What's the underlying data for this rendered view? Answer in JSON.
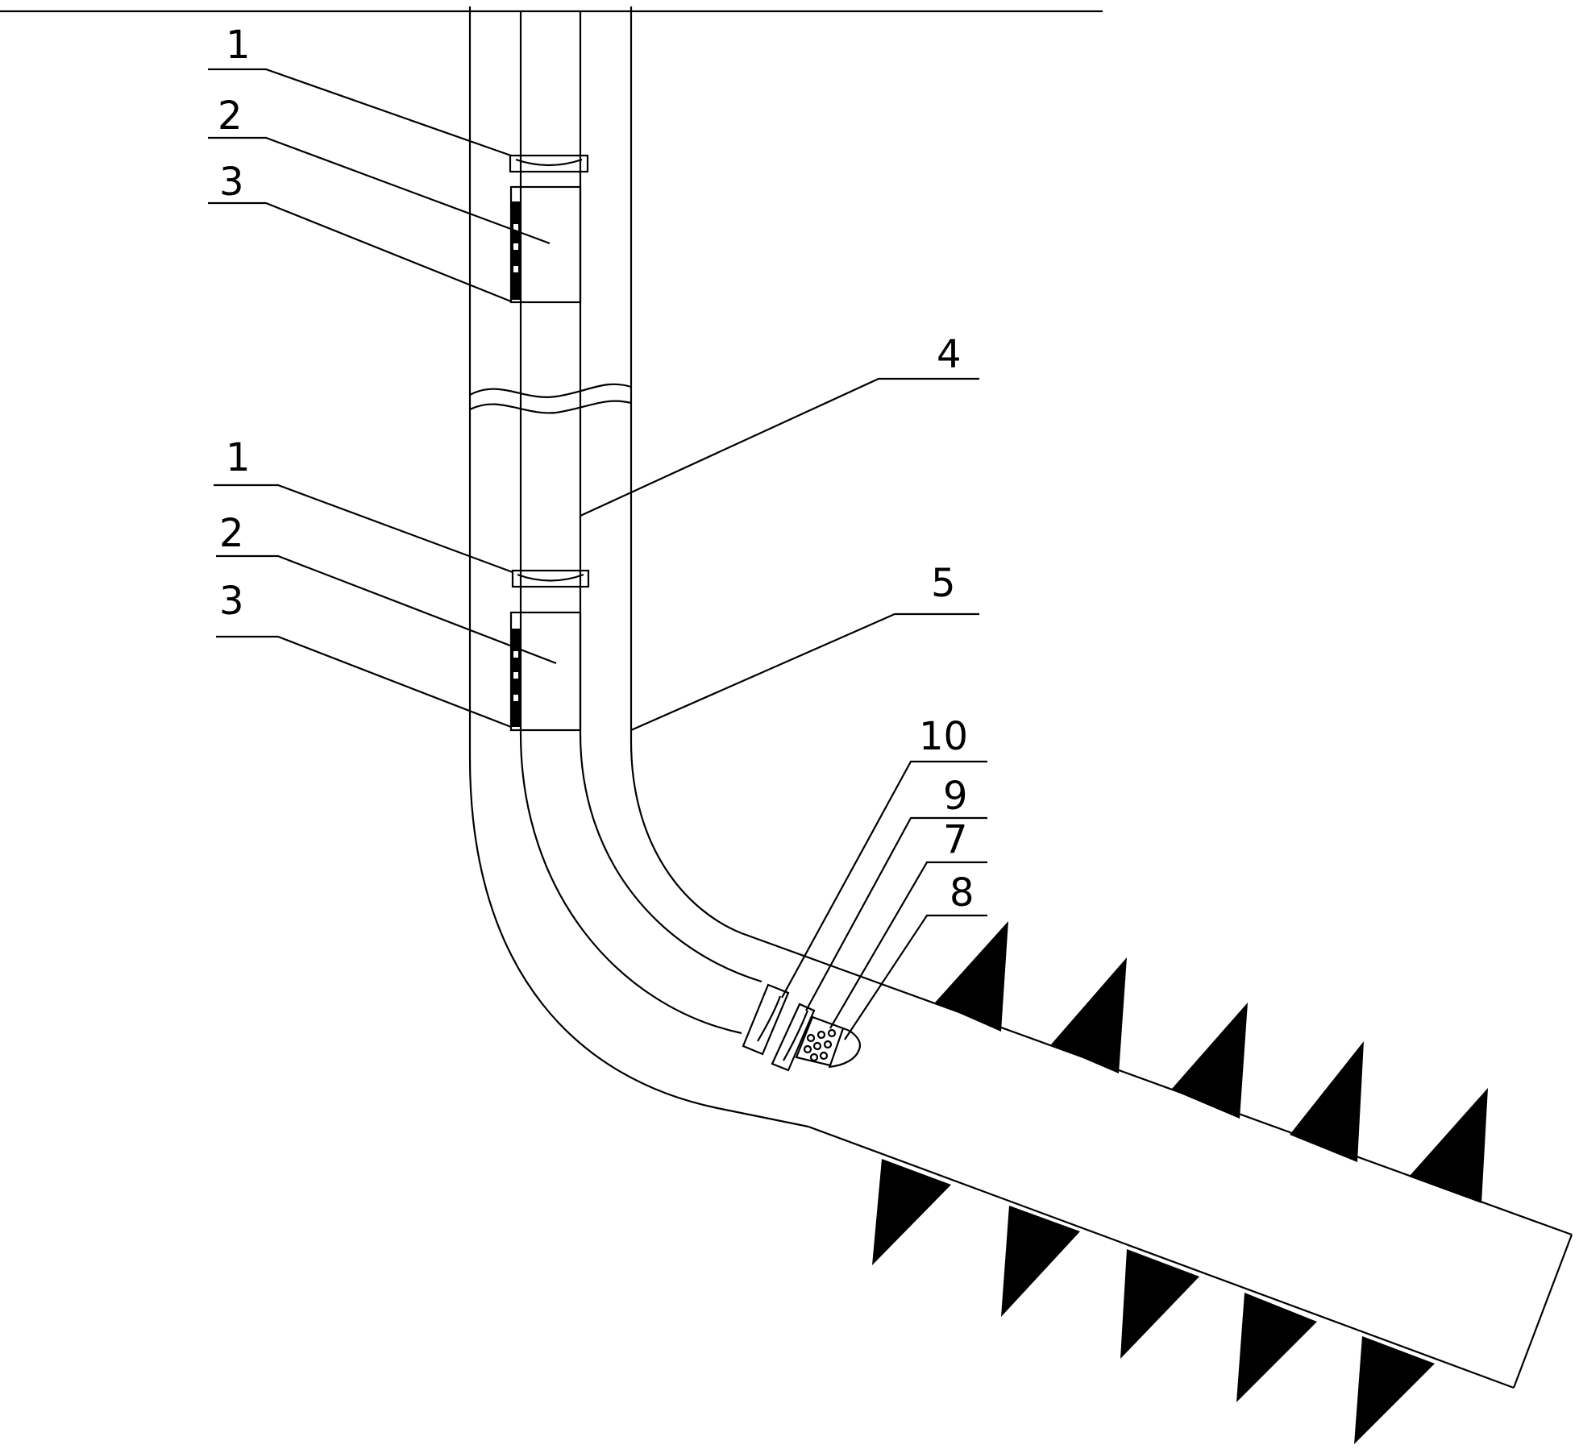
{
  "labels": {
    "l1_top": "1",
    "l2_top": "2",
    "l3_top": "3",
    "l4": "4",
    "l1_low": "1",
    "l2_low": "2",
    "l3_low": "3",
    "l5": "5",
    "l10": "10",
    "l9": "9",
    "l7": "7",
    "l8": "8"
  }
}
